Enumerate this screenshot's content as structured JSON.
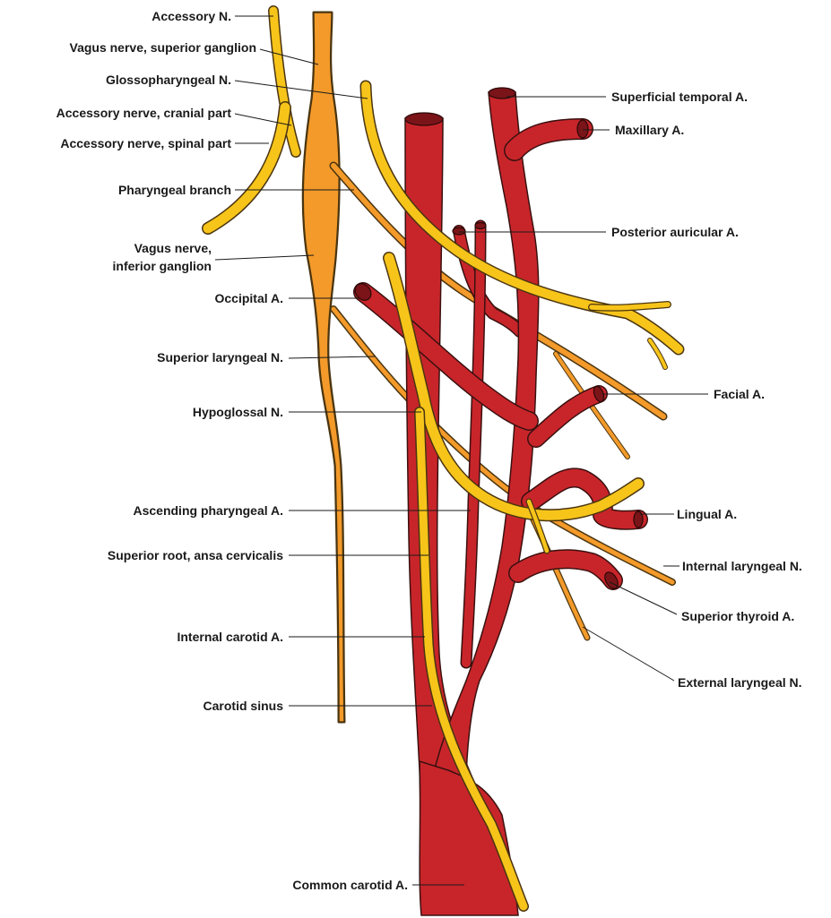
{
  "labels": {
    "accessory_n": "Accessory N.",
    "vagus_superior_ganglion": "Vagus nerve, superior ganglion",
    "glossopharyngeal_n": "Glossopharyngeal N.",
    "accessory_cranial": "Accessory nerve, cranial part",
    "accessory_spinal": "Accessory nerve, spinal part",
    "pharyngeal_branch": "Pharyngeal branch",
    "vagus_inferior_line1": "Vagus nerve,",
    "vagus_inferior_line2": "inferior ganglion",
    "occipital_a": "Occipital A.",
    "superior_laryngeal_n": "Superior laryngeal N.",
    "hypoglossal_n": "Hypoglossal N.",
    "ascending_pharyngeal_a": "Ascending pharyngeal A.",
    "superior_root_ansa": "Superior root, ansa cervicalis",
    "internal_carotid_a": "Internal carotid A.",
    "carotid_sinus": "Carotid sinus",
    "common_carotid_a": "Common carotid A.",
    "superficial_temporal_a": "Superficial temporal A.",
    "maxillary_a": "Maxillary A.",
    "posterior_auricular_a": "Posterior auricular A.",
    "facial_a": "Facial A.",
    "lingual_a": "Lingual A.",
    "internal_laryngeal_n": "Internal laryngeal N.",
    "superior_thyroid_a": "Superior thyroid A.",
    "external_laryngeal_n": "External laryngeal N."
  },
  "colors": {
    "artery": "#c8252a",
    "nerve_yellow": "#f7c41a",
    "nerve_orange": "#f39a2a",
    "label_text": "#1a1a1a"
  }
}
